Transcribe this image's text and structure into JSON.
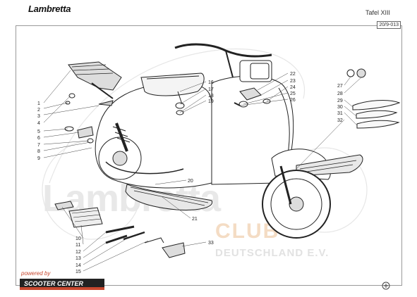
{
  "header": {
    "brand": "Lambretta",
    "plate": "Tafel XIII",
    "sheet_code": "20/9-013"
  },
  "watermark": {
    "main": "Lambretta",
    "club": "CLUB",
    "sub": "DEUTSCHLAND E.V."
  },
  "callouts": {
    "left": [
      "1",
      "2",
      "3",
      "4",
      "5",
      "6",
      "7",
      "8",
      "9"
    ],
    "center": [
      "16",
      "17",
      "18",
      "19"
    ],
    "center_right": [
      "22",
      "23",
      "24",
      "25",
      "26"
    ],
    "right": [
      "27",
      "28",
      "29",
      "30",
      "31",
      "32"
    ],
    "bottom": [
      "10",
      "11",
      "12",
      "13",
      "14",
      "15"
    ],
    "floor": [
      "20",
      "21"
    ],
    "tool": "33"
  },
  "footer": {
    "powered_by": "powered by",
    "sponsor": "SCOOTER CENTER"
  },
  "colors": {
    "line": "#222222",
    "watermark_gray": "#e8e8e8",
    "watermark_orange": "#f4dcc4",
    "brand_red": "#c8482f"
  }
}
